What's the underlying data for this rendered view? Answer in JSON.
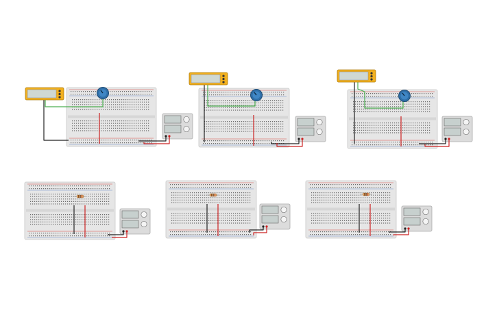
{
  "canvas": {
    "background": "#ffffff"
  },
  "colors": {
    "breadboard_fill": "#e6e6e6",
    "breadboard_border": "#c8c8c8",
    "hole": "#6b6b6b",
    "rail_red": "#d64541",
    "rail_blue": "#6f8fc9",
    "wire_green": "#4caf50",
    "wire_red": "#cc2222",
    "wire_black": "#222222",
    "multimeter_body": "#f2b01e",
    "multimeter_screen": "#cfd8d3",
    "potentiometer": "#2f6fa8",
    "supply_body": "#dcdcdc",
    "supply_display": "#c7d0ce",
    "resistor_body": "#d9a066"
  },
  "circuits": [
    {
      "label": "potentiometer-circuit-1",
      "kind": "potentiometer"
    },
    {
      "label": "potentiometer-circuit-2",
      "kind": "potentiometer"
    },
    {
      "label": "potentiometer-circuit-3",
      "kind": "potentiometer"
    },
    {
      "label": "resistor-circuit-1",
      "kind": "resistor"
    },
    {
      "label": "resistor-circuit-2",
      "kind": "resistor"
    },
    {
      "label": "resistor-circuit-3",
      "kind": "resistor"
    }
  ],
  "icons": {
    "multimeter": "multimeter-icon",
    "potentiometer": "potentiometer-icon",
    "power_supply": "power-supply-icon",
    "resistor": "resistor-icon",
    "breadboard": "breadboard-icon"
  }
}
